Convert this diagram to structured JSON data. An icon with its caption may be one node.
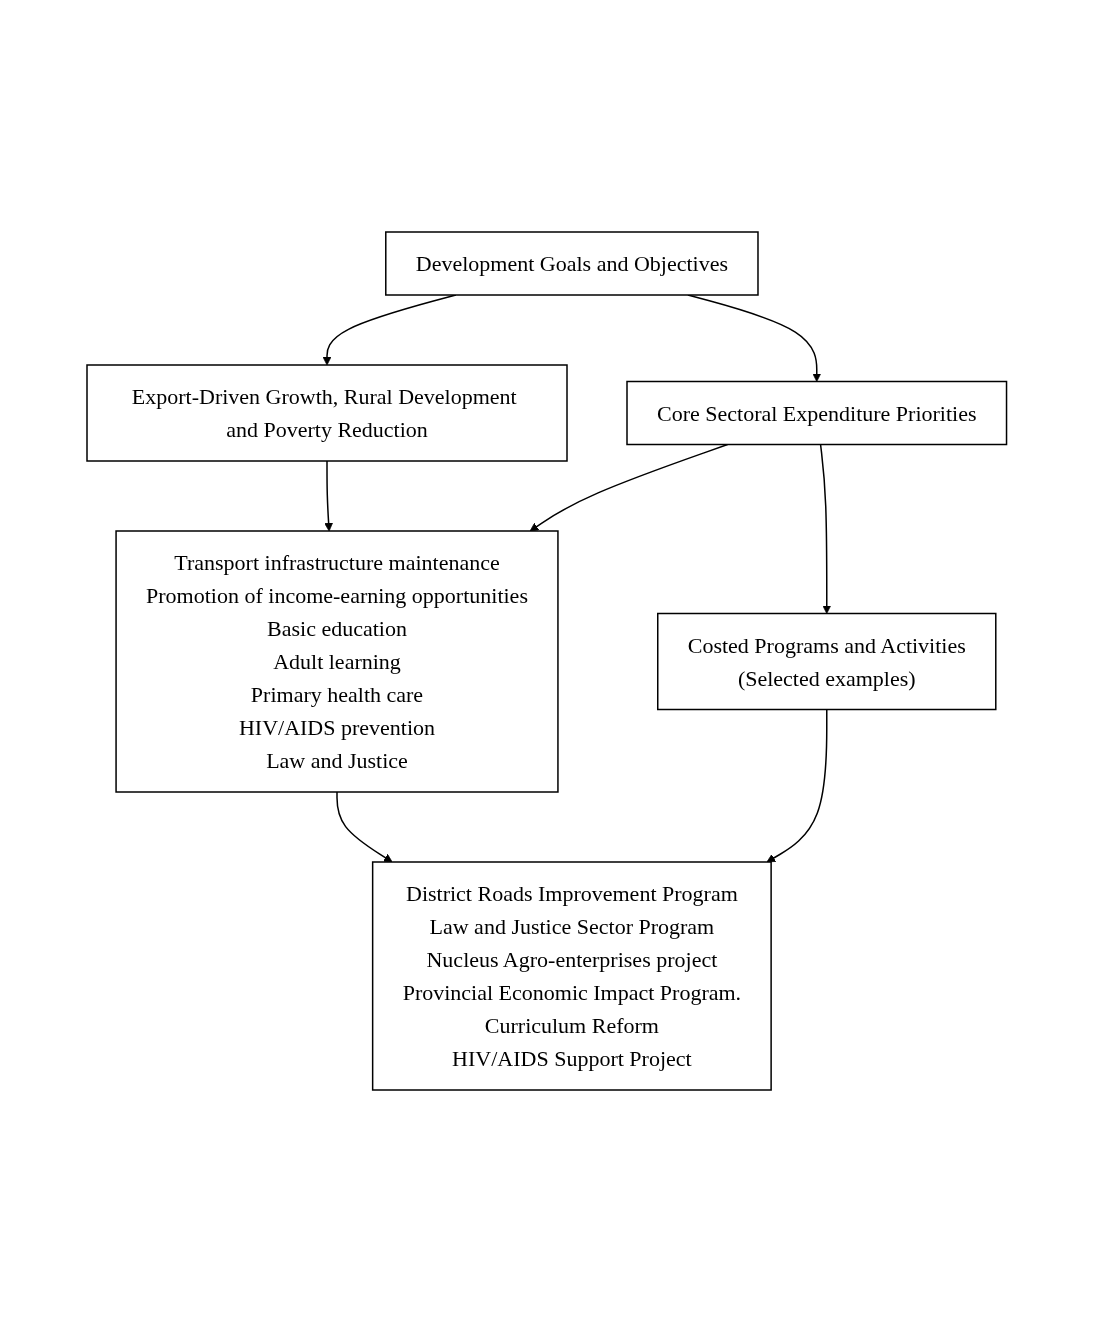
{
  "diagram": {
    "nodes": [
      {
        "text": [
          "Development Goals and Objectives"
        ]
      },
      {
        "text": [
          "Export-Driven Growth, Rural Development and Poverty Reduction"
        ]
      },
      {
        "text": [
          "Core Sectoral Expenditure Priorities"
        ]
      },
      {
        "text": [
          "Transport infrastructure maintenance",
          "Promotion of income-earning opportunities",
          "Basic education",
          "Adult learning",
          "Primary health care",
          "HIV/AIDS prevention",
          "Law and Justice"
        ]
      },
      {
        "text": [
          "Costed Programs and Activities",
          "(Selected examples)"
        ]
      },
      {
        "text": [
          "District Roads Improvement Program",
          "Law and Justice Sector Program",
          "Nucleus Agro-enterprises project",
          "Provincial Economic Impact Program.",
          "Curriculum Reform",
          "HIV/AIDS Support Project"
        ]
      }
    ],
    "edges": [
      {
        "from": 0,
        "to": 1,
        "arrow": "to"
      },
      {
        "from": 0,
        "to": 2,
        "arrow": "to"
      },
      {
        "from": 1,
        "to": 3,
        "arrow": "to"
      },
      {
        "from": 2,
        "to": 3,
        "arrow": "to"
      },
      {
        "from": 2,
        "to": 4,
        "arrow": "to"
      },
      {
        "from": 3,
        "to": 5,
        "arrow": "to"
      },
      {
        "from": 4,
        "to": 5,
        "arrow": "to"
      }
    ]
  }
}
